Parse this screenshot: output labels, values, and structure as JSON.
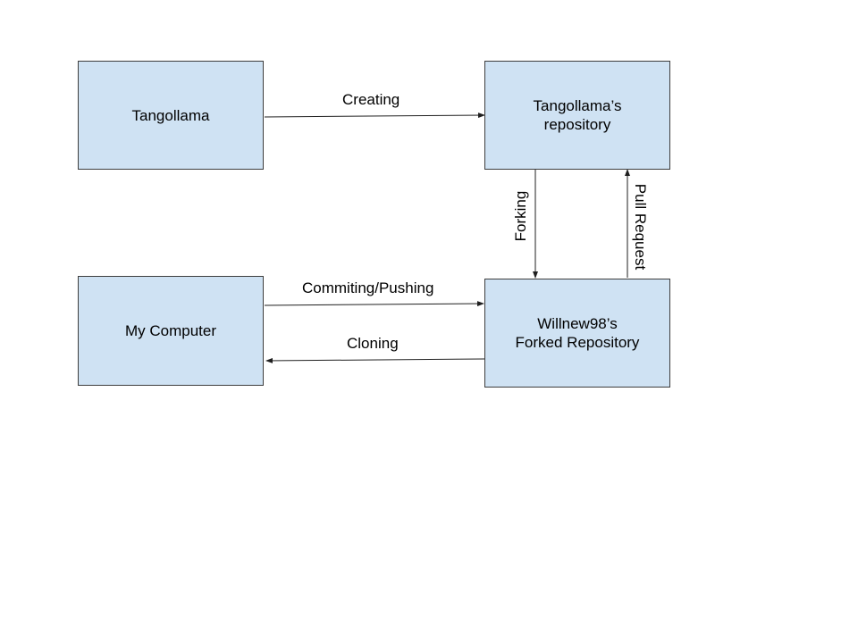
{
  "nodes": {
    "tangollama": {
      "line1": "Tangollama"
    },
    "repo": {
      "line1": "Tangollama’s",
      "line2": "repository"
    },
    "computer": {
      "line1": "My Computer"
    },
    "fork": {
      "line1": "Willnew98’s",
      "line2": "Forked Repository"
    }
  },
  "edges": {
    "creating": "Creating",
    "forking": "Forking",
    "pull_request": "Pull Request",
    "committing": "Commiting/Pushing",
    "cloning": "Cloning"
  },
  "colors": {
    "node_fill": "#cfe2f3",
    "node_border": "#3d3d3d",
    "arrow": "#1f1f1f",
    "background": "#ffffff"
  }
}
